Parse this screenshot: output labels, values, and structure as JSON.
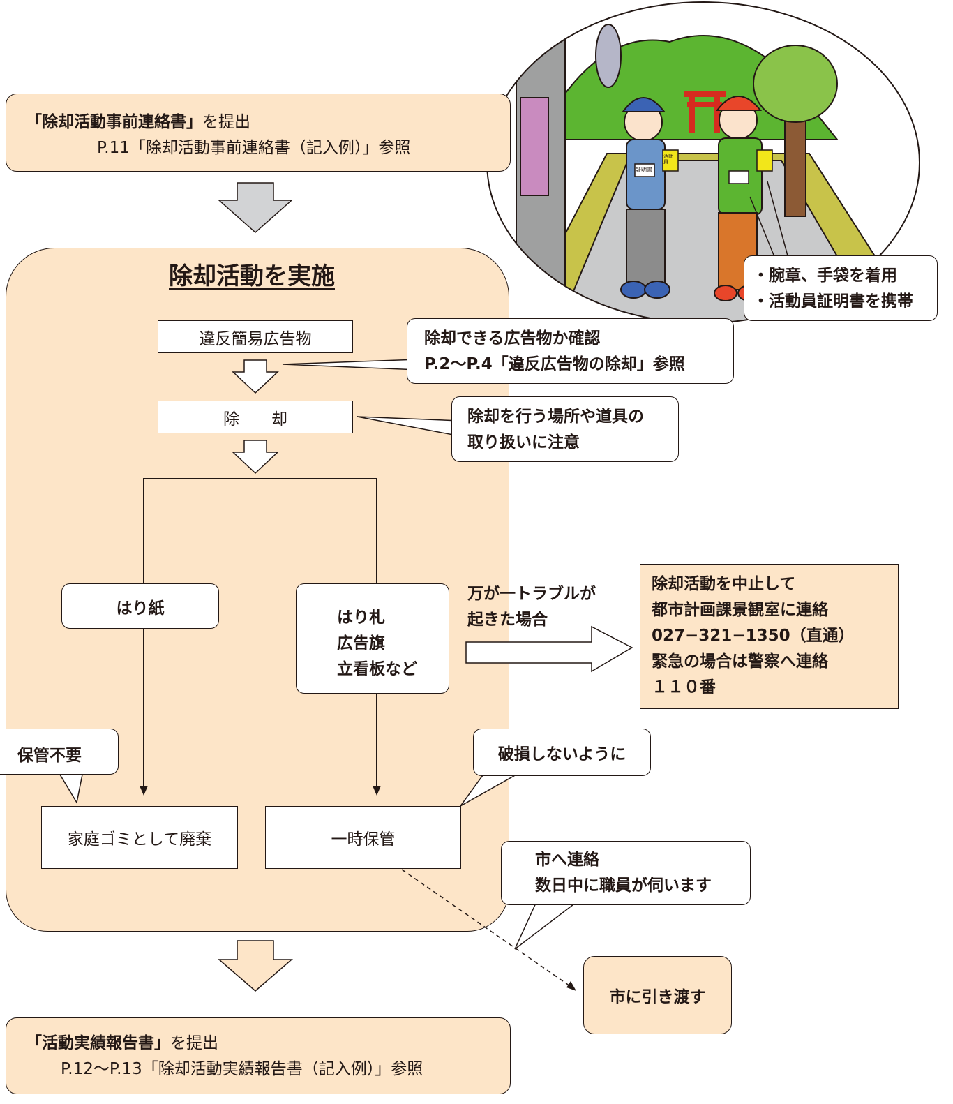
{
  "step1": {
    "strong": "「除却活動事前連絡書」",
    "rest": "を提出",
    "ref": "P.11「除却活動事前連絡書（記入例）」参照"
  },
  "main": {
    "title": "除却活動を実施",
    "box_target": "違反簡易広告物",
    "box_remove": "除　　却",
    "box_paper": "はり紙",
    "box_other": [
      "はり札",
      "広告旗",
      "立看板など"
    ],
    "box_dispose": "家庭ゴミとして廃棄",
    "box_store": "一時保管"
  },
  "callouts": {
    "check": [
      "除却できる広告物か確認",
      "P.2〜P.4「違反広告物の除却」参照"
    ],
    "caution": [
      "除却を行う場所や道具の",
      "取り扱いに注意"
    ],
    "no_storage": "保管不要",
    "no_damage": "破損しないように",
    "contact_city": [
      "市へ連絡",
      "数日中に職員が伺います"
    ],
    "wear": [
      "・腕章、手袋を着用",
      "・活動員証明書を携帯"
    ]
  },
  "trouble": {
    "label": [
      "万が一トラブルが",
      "起きた場合"
    ],
    "box": [
      "除却活動を中止して",
      "都市計画課景観室に連絡",
      "027−321−1350（直通）",
      "緊急の場合は警察へ連絡",
      "１１０番"
    ]
  },
  "handover": "市に引き渡す",
  "step3": {
    "strong": "「活動実績報告書」",
    "rest": "を提出",
    "ref": "P.12〜P.13「除却活動実績報告書（記入例）」参照"
  },
  "illustration": {
    "badge_text": "証明書",
    "armband_text": "活動員"
  },
  "colors": {
    "peach": "#fde5c8",
    "grey_arrow": "#d2d3d5",
    "line": "#231815",
    "green_shirt": "#5cb531",
    "blue_shirt": "#6b95c9"
  }
}
